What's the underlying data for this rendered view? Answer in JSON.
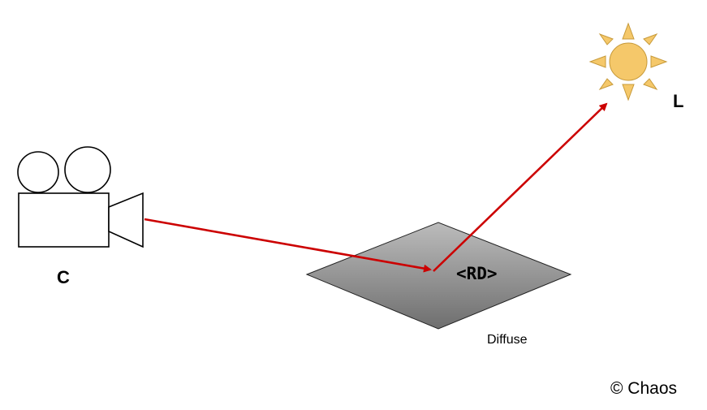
{
  "labels": {
    "camera": "C",
    "light": "L",
    "surface": "<RD>",
    "surface_type": "Diffuse",
    "copyright": "© Chaos"
  },
  "colors": {
    "ray": "#cc0000",
    "sun_fill": "#f5c86a",
    "sun_stroke": "#c79a3a",
    "surface_light": "#bcbcbc",
    "surface_dark": "#6e6e6e"
  },
  "icons": {
    "camera": "movie-camera-icon",
    "light": "sun-icon"
  }
}
